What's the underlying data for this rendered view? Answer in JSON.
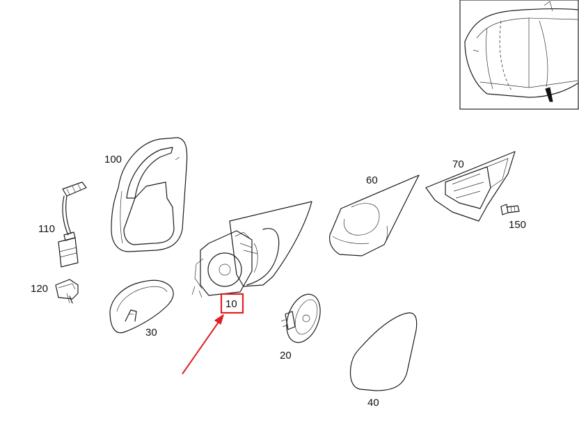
{
  "parts": [
    {
      "id": "p10",
      "label": "10"
    },
    {
      "id": "p20",
      "label": "20"
    },
    {
      "id": "p30",
      "label": "30"
    },
    {
      "id": "p40",
      "label": "40"
    },
    {
      "id": "p60",
      "label": "60"
    },
    {
      "id": "p70",
      "label": "70"
    },
    {
      "id": "p100",
      "label": "100"
    },
    {
      "id": "p110",
      "label": "110"
    },
    {
      "id": "p120",
      "label": "120"
    },
    {
      "id": "p150",
      "label": "150"
    }
  ],
  "highlight": {
    "part": "10",
    "color": "#e02020"
  },
  "colors": {
    "line": "#1a1a1a",
    "highlight": "#e02020",
    "background": "#ffffff"
  }
}
